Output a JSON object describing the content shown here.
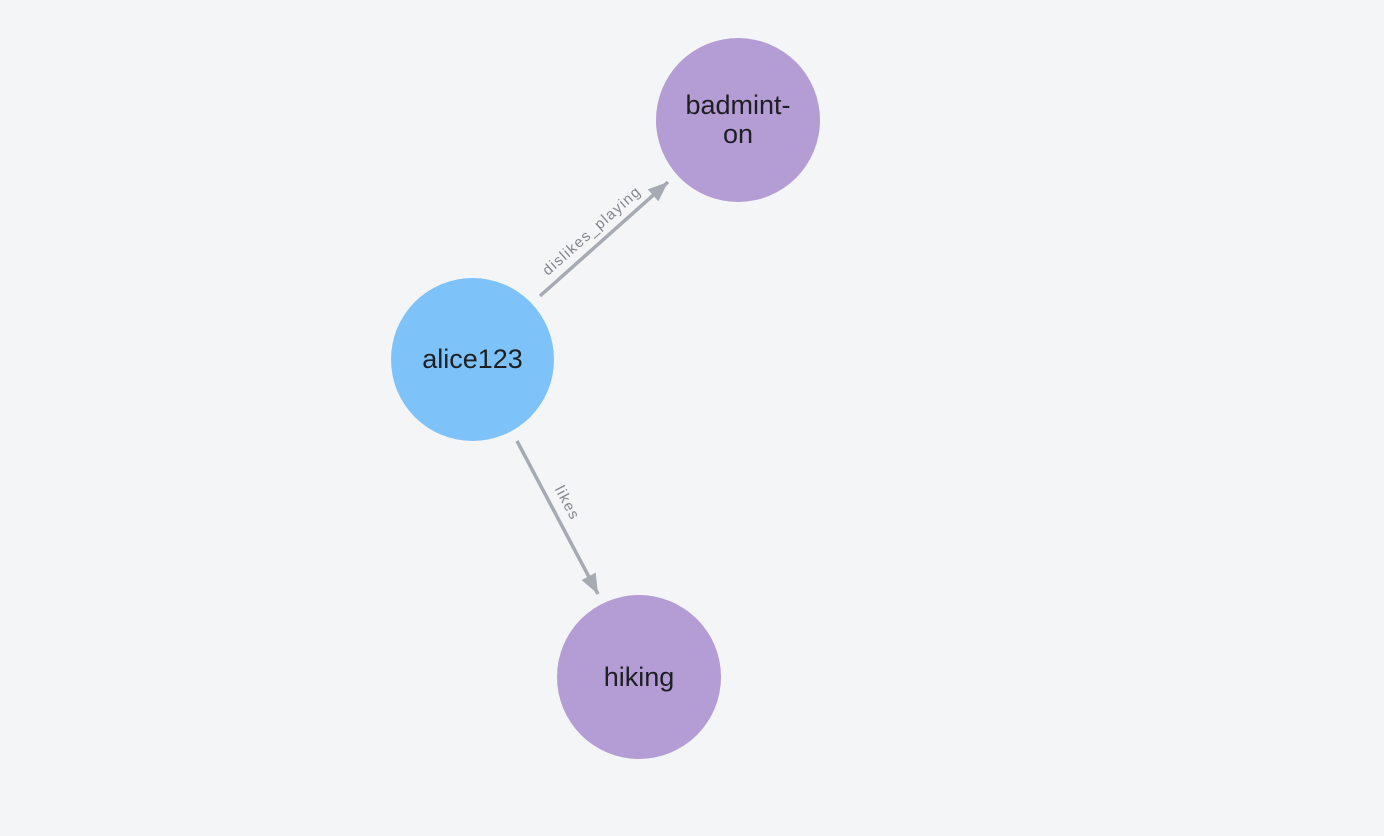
{
  "canvas": {
    "background_color": "#f4f5f6"
  },
  "graph": {
    "nodes": [
      {
        "id": "alice123",
        "label": "alice123",
        "color": "#7dc2f9"
      },
      {
        "id": "badminton",
        "label": "badmint-\non",
        "color": "#b49cd5"
      },
      {
        "id": "hiking",
        "label": "hiking",
        "color": "#b49cd5"
      }
    ],
    "edges": [
      {
        "from": "alice123",
        "to": "badminton",
        "label": "dislikes_playing"
      },
      {
        "from": "alice123",
        "to": "hiking",
        "label": "likes"
      }
    ],
    "edge_color": "#a5aab3",
    "edge_label_color": "#82868e",
    "node_text_color": "#1d1f23"
  }
}
